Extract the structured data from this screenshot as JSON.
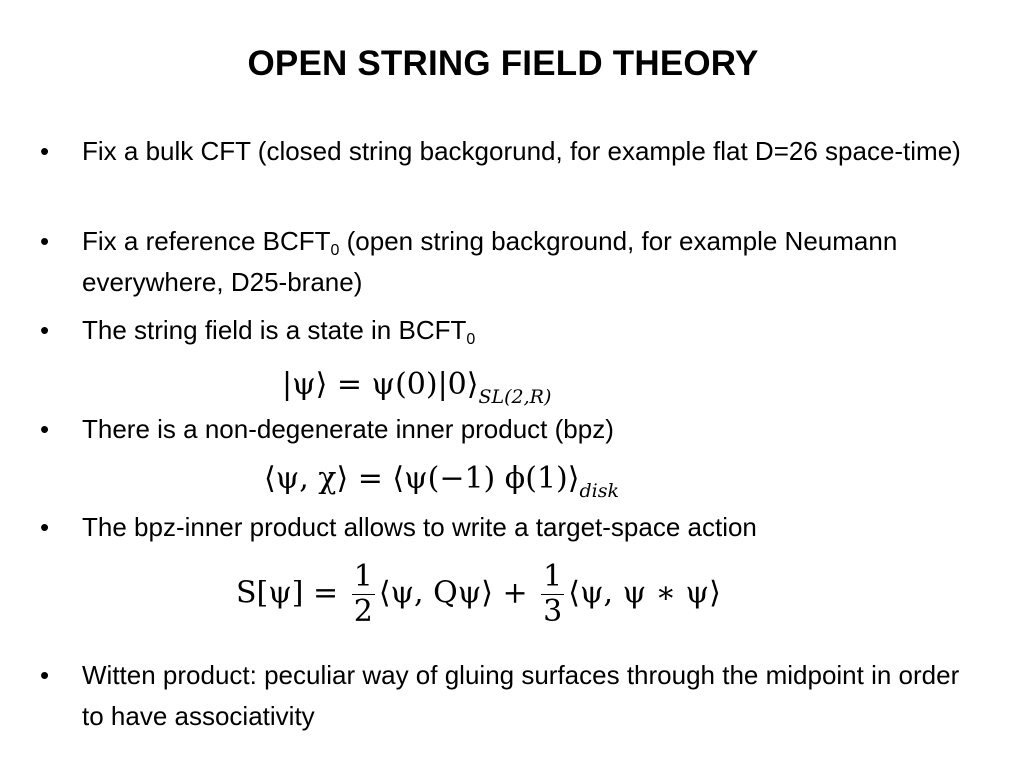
{
  "slide": {
    "title": "OPEN STRING FIELD THEORY",
    "bullet_char": "•",
    "bullets": [
      {
        "text": "Fix a bulk CFT (closed string backgorund, for example flat D=26 space-time)"
      },
      {
        "pre": "Fix a reference BCFT",
        "sub": "0",
        "post": " (open string background, for example Neumann everywhere, D25-brane)"
      },
      {
        "pre": "The string field is a state in BCFT",
        "sub": "0"
      },
      {
        "text": "There is a non-degenerate inner product (bpz)"
      },
      {
        "text": "The bpz-inner product allows to write a target-space  action"
      },
      {
        "text": "Witten product: peculiar way of gluing surfaces through the midpoint in order to have associativity"
      }
    ],
    "equations": {
      "state": {
        "main": "|ψ⟩ = ψ(0)|0⟩",
        "subscript": "SL(2,R)"
      },
      "inner_product": {
        "main": "⟨ψ, χ⟩ = ⟨ψ(−1) ϕ(1)⟩",
        "subscript": "disk"
      },
      "action": {
        "lhs": "S[ψ] =",
        "frac1_num": "1",
        "frac1_den": "2",
        "term1": "⟨ψ, Qψ⟩ +",
        "frac2_num": "1",
        "frac2_den": "3",
        "term2": "⟨ψ, ψ ∗ ψ⟩"
      }
    }
  }
}
